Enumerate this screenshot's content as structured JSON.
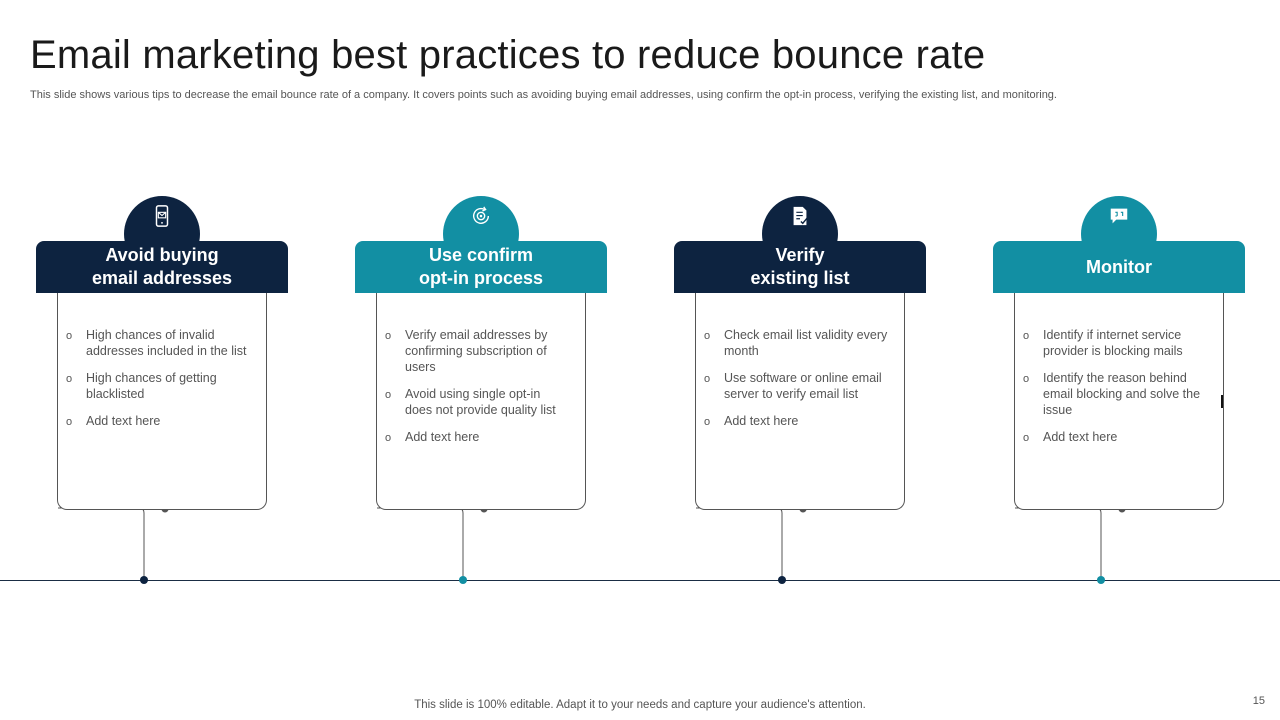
{
  "title": "Email marketing best practices to reduce bounce rate",
  "subtitle": "This slide shows various tips to decrease the email bounce rate of a company. It covers points such as avoiding buying email addresses, using confirm the opt-in process, verifying the existing list, and monitoring.",
  "cards": [
    {
      "header_line1": "Avoid buying",
      "header_line2": "email addresses",
      "icon": "mobile-email-icon",
      "color": "#0d2340",
      "bullets": [
        "High chances of invalid addresses included in the list",
        "High chances of getting blacklisted",
        "Add text here"
      ]
    },
    {
      "header_line1": "Use confirm",
      "header_line2": "opt-in process",
      "icon": "refresh-gear-icon",
      "color": "#128fa3",
      "bullets": [
        "Verify email addresses by confirming subscription of users",
        "Avoid using single opt-in does not provide quality list",
        "Add text here"
      ]
    },
    {
      "header_line1": "Verify",
      "header_line2": "existing list",
      "icon": "document-check-icon",
      "color": "#0d2340",
      "bullets": [
        "Check email list validity every month",
        "Use software or online email server to verify email list",
        "Add text here"
      ]
    },
    {
      "header_line1": "Monitor",
      "header_line2": "",
      "icon": "monitor-chat-icon",
      "color": "#128fa3",
      "bullets": [
        "Identify if internet service provider is blocking mails",
        "Identify the reason behind email blocking and solve the issue",
        "Add text here"
      ]
    }
  ],
  "bullet_marker": "o",
  "footer": "This slide is 100% editable. Adapt it to your needs and capture your audience's attention.",
  "page_number": "15"
}
